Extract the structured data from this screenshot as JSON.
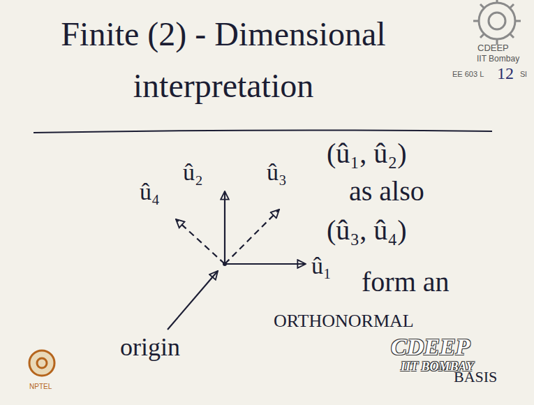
{
  "diagram": {
    "title": "Finite (2) - Dimensional interpretation",
    "labels": [
      "û₂",
      "û₃",
      "û₄",
      "û₁",
      "origin",
      "(û₁, û₂)",
      "as also",
      "(û₃, û₄)",
      "form an",
      "ORTHONORMAL",
      "BASIS",
      "CDEEP",
      "IIT Bombay",
      "EE 603 L",
      "12",
      "Sl",
      "CDEEP",
      "IIT BOMBAY",
      "NPTEL"
    ]
  }
}
